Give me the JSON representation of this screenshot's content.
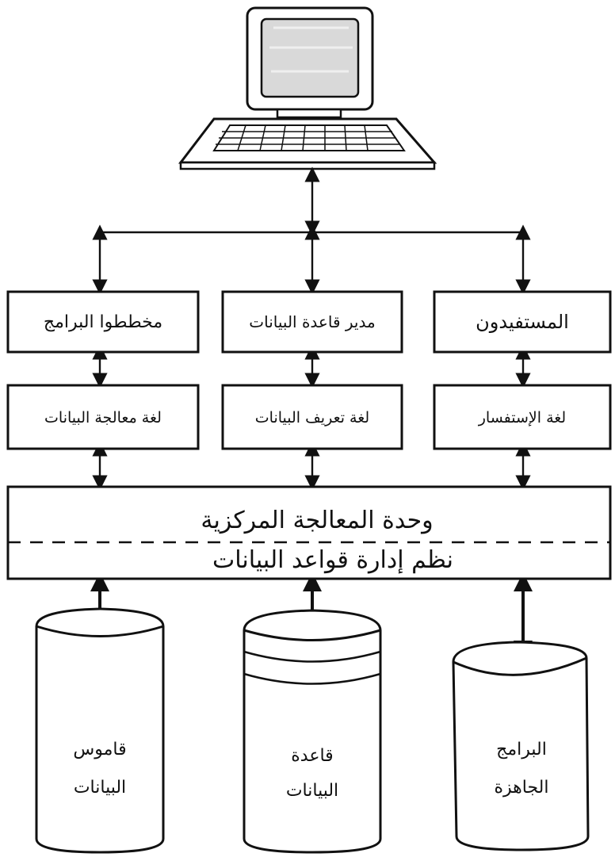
{
  "colors": {
    "ink": "#111111",
    "paper": "#ffffff",
    "screen": "#d9d9d9"
  },
  "icons": {
    "computer": "computer-terminal-icon",
    "storage": "database-cylinder-icon"
  },
  "top_row": {
    "users": "المستفيدون",
    "dba": "مدير قاعدة البيانات",
    "programmers": "مخططوا البرامج"
  },
  "second_row": {
    "query_language": "لغة الإستفسار",
    "data_definition_language": "لغة تعريف البيانات",
    "data_manipulation_language": "لغة معالجة البيانات"
  },
  "central_unit": {
    "title": "وحدة المعالجة المركزية",
    "subtitle": "نظم إدارة قواعد البيانات"
  },
  "storage": {
    "ready_programs": {
      "line1": "البرامج",
      "line2": "الجاهزة"
    },
    "database": {
      "line1": "قاعدة",
      "line2": "البيانات"
    },
    "data_dictionary": {
      "line1": "قاموس",
      "line2": "البيانات"
    }
  }
}
